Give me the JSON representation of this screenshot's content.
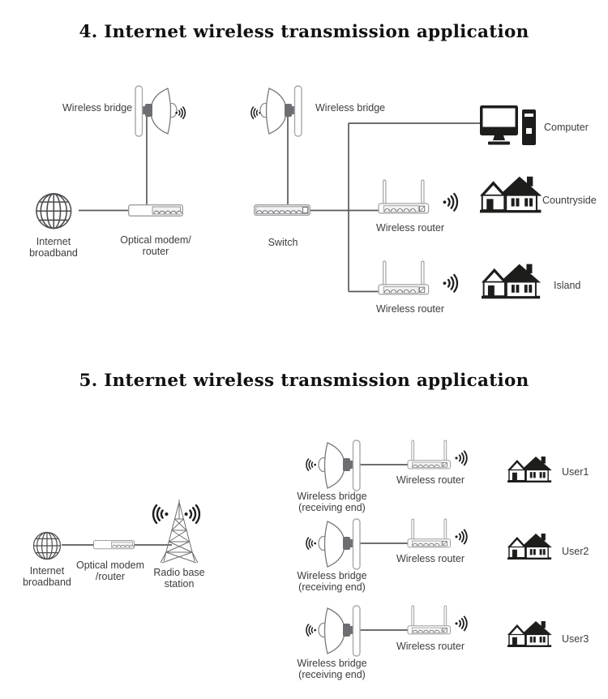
{
  "section4": {
    "title": "4. Internet wireless transmission application",
    "labels": {
      "bridge_left": "Wireless bridge",
      "bridge_right": "Wireless bridge",
      "internet": [
        "Internet",
        "broadband"
      ],
      "modem": [
        "Optical modem/",
        "router"
      ],
      "switch_label": "Switch",
      "computer": "Computer",
      "router_top": "Wireless router",
      "router_bottom": "Wireless router",
      "house_top": "Countryside",
      "house_bottom": "Island"
    }
  },
  "section5": {
    "title": "5. Internet wireless transmission application",
    "labels": {
      "internet": [
        "Internet",
        "broadband"
      ],
      "modem": [
        "Optical modem",
        "/router"
      ],
      "base_station": [
        "Radio base",
        "station"
      ]
    },
    "rows": [
      {
        "bridge": [
          "Wireless bridge",
          "(receiving end)"
        ],
        "router": "Wireless router",
        "user": "User1"
      },
      {
        "bridge": [
          "Wireless bridge",
          "(receiving end)"
        ],
        "router": "Wireless router",
        "user": "User2"
      },
      {
        "bridge": [
          "Wireless bridge",
          "(receiving end)"
        ],
        "router": "Wireless router",
        "user": "User3"
      }
    ]
  },
  "icons": {
    "globe": "internet-globe-icon",
    "dish": "wireless-bridge-dish-icon",
    "wifi": "wifi-signal-icon",
    "modem": "modem-router-icon",
    "switch": "network-switch-icon",
    "router": "wireless-router-icon",
    "computer": "desktop-computer-icon",
    "house": "house-icon",
    "tower": "radio-tower-icon"
  },
  "colors": {
    "background": "#ffffff",
    "connector_line": "#58595b",
    "icon_outline": "#9d9fa2",
    "icon_dark": "#1d1d1b",
    "label_text": "#3c3c3e",
    "title_text": "#111111"
  }
}
